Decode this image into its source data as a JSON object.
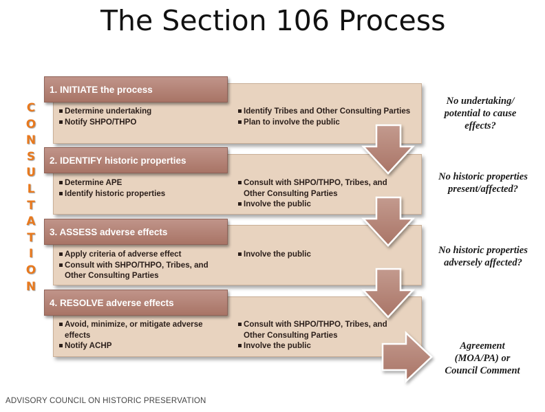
{
  "title": "The Section 106 Process",
  "consultation_letters": [
    "C",
    "O",
    "N",
    "S",
    "U",
    "L",
    "T",
    "A",
    "T",
    "I",
    "O",
    "N"
  ],
  "stages": [
    {
      "heading": "1. INITIATE the process",
      "left_bullets": [
        "Determine undertaking",
        "Notify SHPO/THPO"
      ],
      "right_bullets": [
        "Identify Tribes and Other Consulting Parties",
        "Plan to involve the public"
      ]
    },
    {
      "heading": "2. IDENTIFY historic properties",
      "left_bullets": [
        "Determine APE",
        "Identify historic properties"
      ],
      "right_bullets": [
        "Consult with SHPO/THPO, Tribes, and Other Consulting Parties",
        "Involve the public"
      ]
    },
    {
      "heading": "3. ASSESS adverse effects",
      "left_bullets": [
        "Apply criteria of adverse effect",
        "Consult with SHPO/THPO, Tribes, and Other Consulting Parties"
      ],
      "right_bullets": [
        "Involve the public"
      ]
    },
    {
      "heading": "4. RESOLVE adverse effects",
      "left_bullets": [
        "Avoid, minimize, or mitigate adverse effects",
        "Notify ACHP"
      ],
      "right_bullets": [
        "Consult with SHPO/THPO, Tribes, and Other Consulting Parties",
        "Involve the public"
      ]
    }
  ],
  "side_notes": [
    "No undertaking/ potential to cause effects?",
    "No historic properties present/affected?",
    "No historic properties adversely affected?",
    "Agreement (MOA/PA) or Council Comment"
  ],
  "footer": "ADVISORY COUNCIL ON HISTORIC PRESERVATION",
  "colors": {
    "box_fill": "#e8d3bf",
    "header_fill": "#b48476",
    "arrow_fill": "#b48476",
    "consultation_text": "#e8791e"
  }
}
